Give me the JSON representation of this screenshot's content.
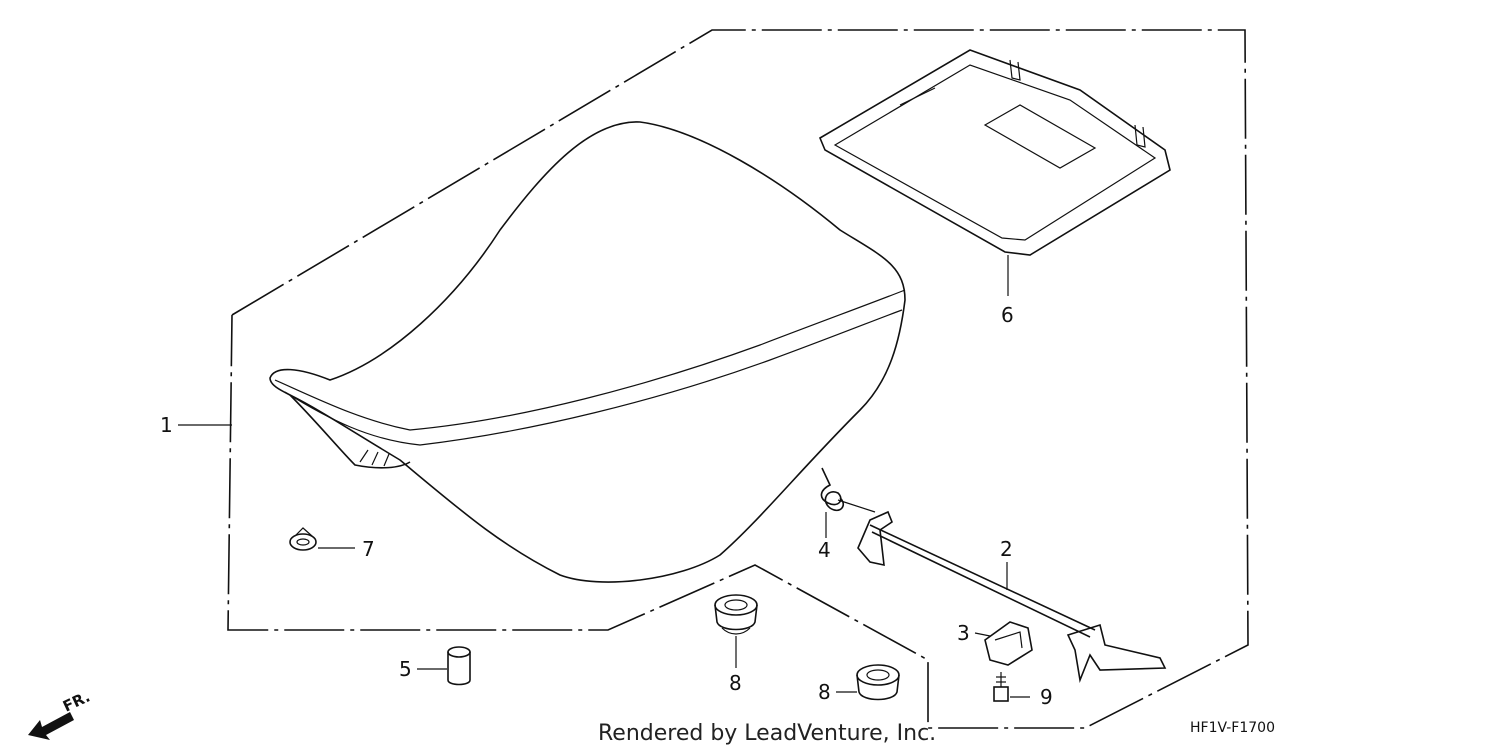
{
  "callouts": [
    {
      "id": "1"
    },
    {
      "id": "2"
    },
    {
      "id": "3"
    },
    {
      "id": "4"
    },
    {
      "id": "5"
    },
    {
      "id": "6"
    },
    {
      "id": "7"
    },
    {
      "id": "8"
    },
    {
      "id": "8"
    },
    {
      "id": "9"
    }
  ],
  "footer": {
    "credit": "Rendered by LeadVenture, Inc.",
    "diagram_code": "HF1V-F1700",
    "direction_label": "FR."
  }
}
